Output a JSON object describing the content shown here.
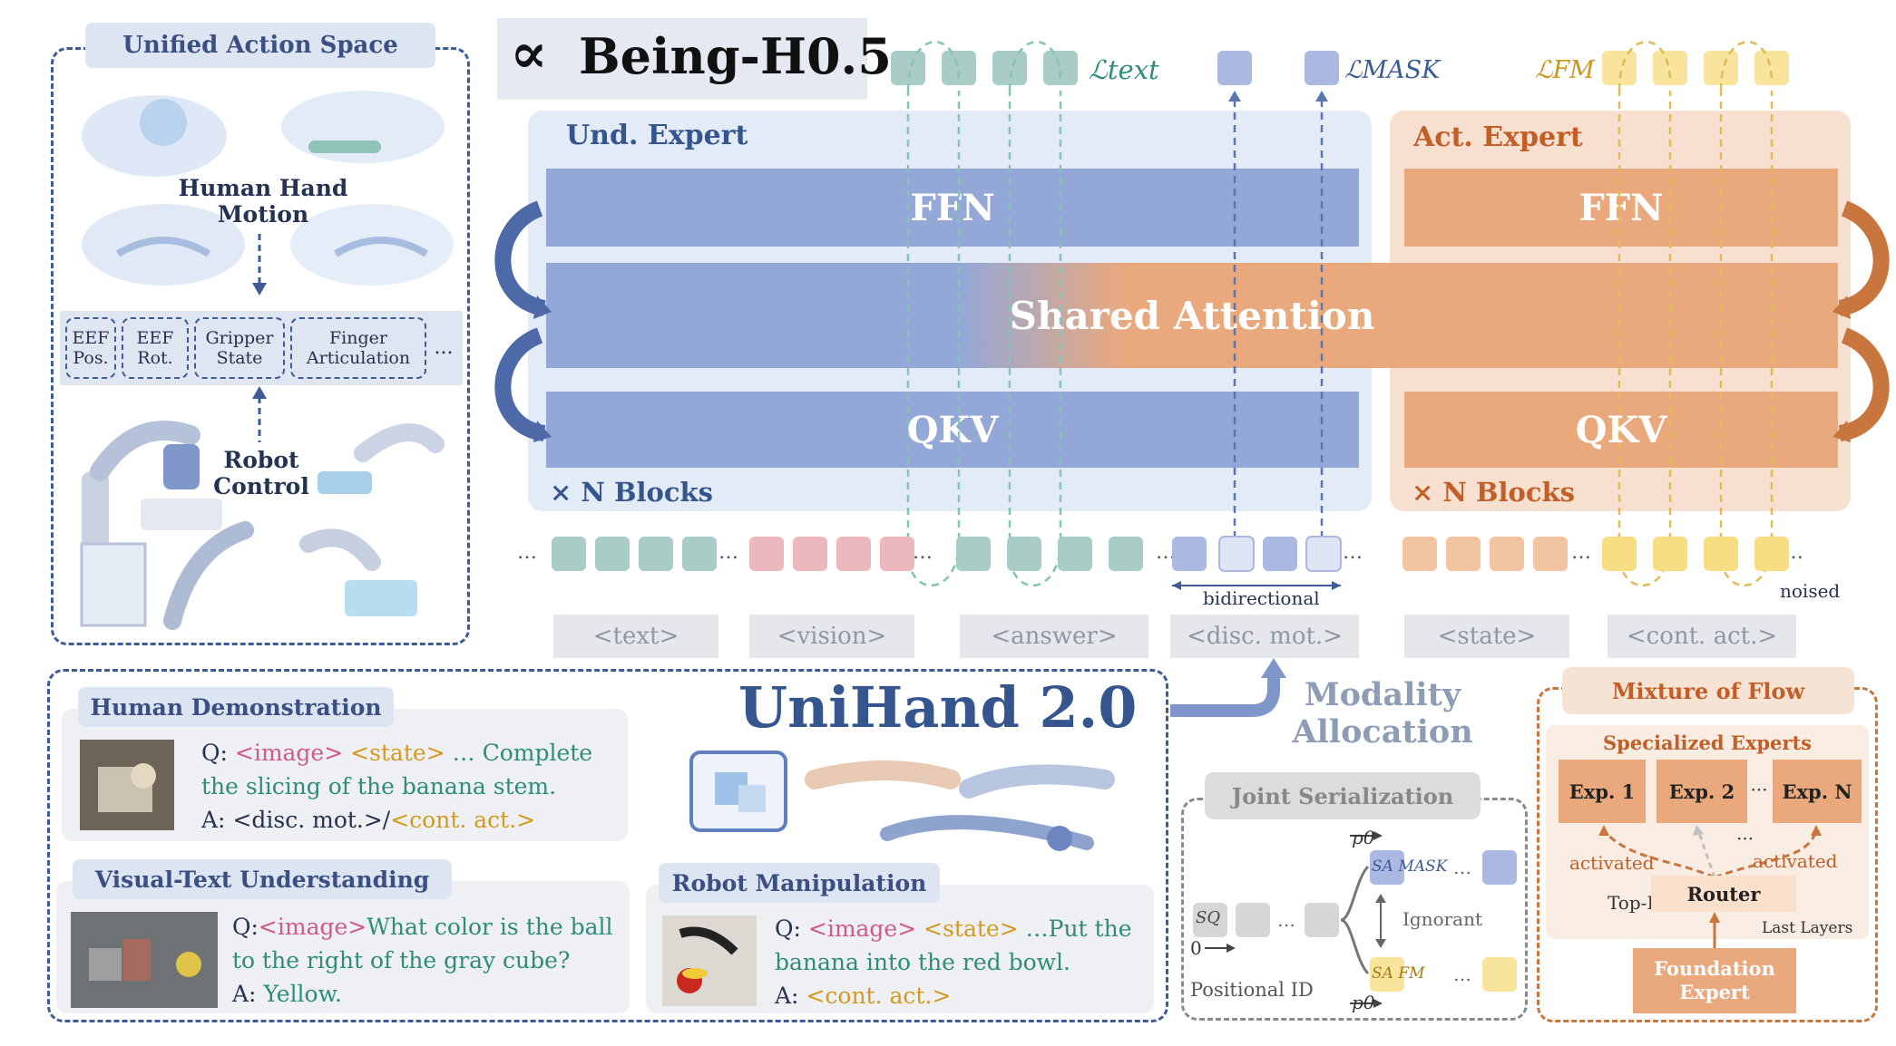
{
  "title": {
    "logo_glyph": "∝",
    "text": "Being-H0.5"
  },
  "action_space": {
    "title": "Unified Action Space",
    "human_label": "Human Hand Motion",
    "robot_label": "Robot Control",
    "slots": [
      "EEF Pos.",
      "EEF Rot.",
      "Gripper State",
      "Finger Articulation"
    ],
    "ellipsis": "..."
  },
  "und_expert": {
    "title": "Und. Expert",
    "ffn": "FFN",
    "qkv": "QKV",
    "blocks": "× N Blocks"
  },
  "act_expert": {
    "title": "Act. Expert",
    "ffn": "FFN",
    "qkv": "QKV",
    "blocks": "× N Blocks"
  },
  "shared_attention": "Shared Attention",
  "losses": {
    "text": "ℒtext",
    "mask": "ℒMASK",
    "fm": "ℒFM"
  },
  "token_groups": [
    "<text>",
    "<vision>",
    "<answer>",
    "<disc. mot.>",
    "<state>",
    "<cont. act.>"
  ],
  "annotations": {
    "bidirectional": "bidirectional",
    "noised": "noised"
  },
  "unihand": {
    "title": "UniHand 2.0",
    "human_demo": {
      "title": "Human Demonstration",
      "q_prefix": "Q:",
      "q_image": "<image>",
      "q_state": "<state>",
      "q_rest": "… Complete the slicing of the banana stem.",
      "a_prefix": "A:",
      "a_disc": "<disc. mot.>/",
      "a_cont": "<cont. act.>"
    },
    "vtu": {
      "title": "Visual-Text Understanding",
      "q_prefix": "Q:",
      "q_image": "<image>",
      "q_rest": "What color is the ball to the right of the gray cube?",
      "a_prefix": "A:",
      "a_text": "Yellow."
    },
    "robot_manip": {
      "title": "Robot Manipulation",
      "q_prefix": "Q:",
      "q_image": "<image>",
      "q_state": "<state>",
      "q_rest": "…Put the banana into the red bowl.",
      "a_prefix": "A:",
      "a_cont": "<cont. act.>"
    }
  },
  "modality_allocation": "Modality Allocation",
  "joint_serialization": {
    "title": "Joint Serialization",
    "sq": "SQ",
    "sa_mask": "SA MASK",
    "sa_fm": "SA FM",
    "p0_top": "p0",
    "p0_bottom": "p0",
    "zero": "0",
    "ignorant": "Ignorant",
    "positional_id": "Positional ID"
  },
  "mixture_of_flow": {
    "title": "Mixture of Flow",
    "specialized": "Specialized Experts",
    "experts": [
      "Exp. 1",
      "Exp. 2",
      "Exp. N"
    ],
    "ellipsis": "···",
    "activated_left": "activated",
    "activated_right": "activated",
    "topk": "Top-K",
    "router": "Router",
    "last_layers": "Last Layers",
    "foundation": "Foundation Expert"
  },
  "colors": {
    "und_blue": "#94a8d8",
    "act_orange": "#eaa97c",
    "teal_token": "#a9cdc6",
    "pink_token": "#ebb8be",
    "orange_token": "#f2c4a0",
    "yellow_token": "#f8e49c",
    "blue_token": "#aab8e2"
  }
}
